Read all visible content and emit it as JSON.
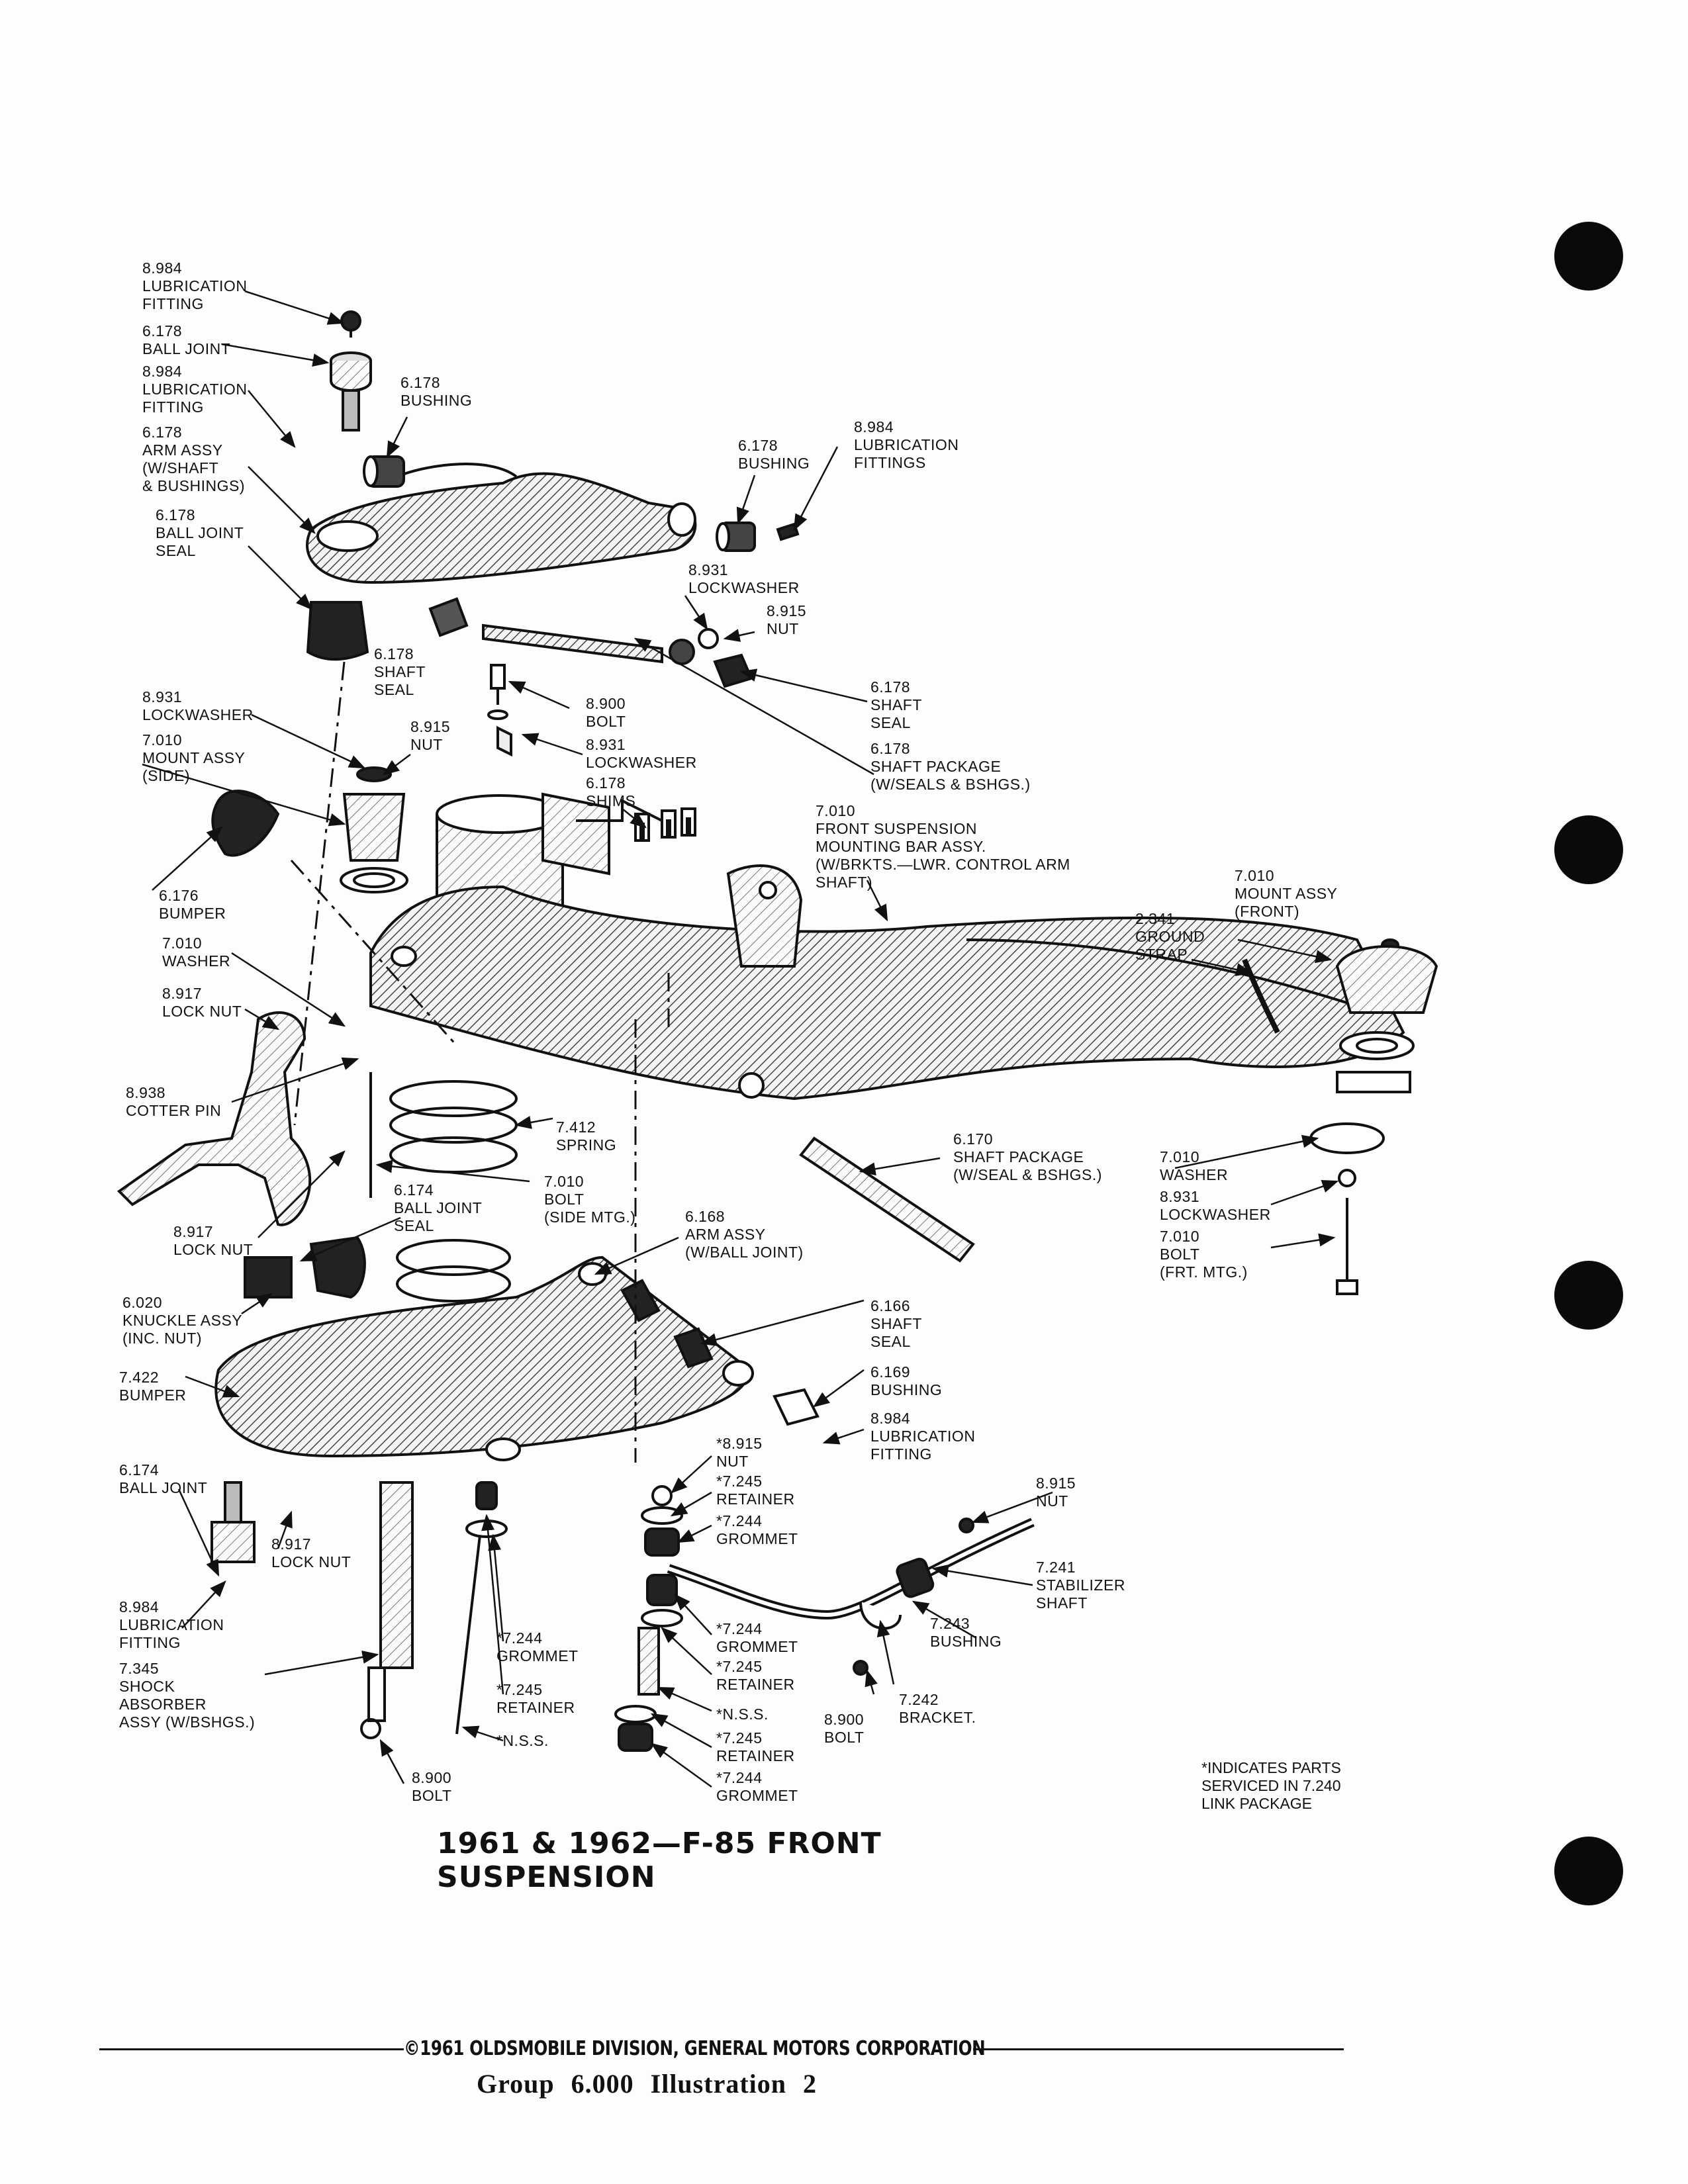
{
  "title": "1961 & 1962—F-85 FRONT SUSPENSION",
  "copyright": "©1961 OLDSMOBILE DIVISION, GENERAL MOTORS CORPORATION",
  "group_line": "Group 6.000 Illustration 2",
  "note": [
    "*INDICATES PARTS",
    "SERVICED IN 7.240",
    "LINK PACKAGE"
  ],
  "callouts": [
    {
      "id": "c-lube-fitting-top",
      "lines": [
        "8.984",
        "LUBRICATION",
        "FITTING"
      ]
    },
    {
      "id": "c-ball-joint-top",
      "lines": [
        "6.178",
        "BALL JOINT"
      ]
    },
    {
      "id": "c-lube-fitting-2",
      "lines": [
        "8.984",
        "LUBRICATION",
        "FITTING"
      ]
    },
    {
      "id": "c-bushing-upper",
      "lines": [
        "6.178",
        "BUSHING"
      ]
    },
    {
      "id": "c-arm-assy-upper",
      "lines": [
        "6.178",
        "ARM ASSY",
        "(W/SHAFT",
        "& BUSHINGS)"
      ]
    },
    {
      "id": "c-bushing-right",
      "lines": [
        "6.178",
        "BUSHING"
      ]
    },
    {
      "id": "c-lube-fittings-right",
      "lines": [
        "8.984",
        "LUBRICATION",
        "FITTINGS"
      ]
    },
    {
      "id": "c-ball-joint-seal-top",
      "lines": [
        "6.178",
        "BALL JOINT",
        "SEAL"
      ]
    },
    {
      "id": "c-lockwasher-upper",
      "lines": [
        "8.931",
        "LOCKWASHER"
      ]
    },
    {
      "id": "c-nut-upper",
      "lines": [
        "8.915",
        "NUT"
      ]
    },
    {
      "id": "c-shaft-seal-left",
      "lines": [
        "6.178",
        "SHAFT",
        "SEAL"
      ]
    },
    {
      "id": "c-shaft-seal-right",
      "lines": [
        "6.178",
        "SHAFT",
        "SEAL"
      ]
    },
    {
      "id": "c-shaft-package-upper",
      "lines": [
        "6.178",
        "SHAFT PACKAGE",
        "(W/SEALS & BSHGS.)"
      ]
    },
    {
      "id": "c-bolt-upper",
      "lines": [
        "8.900",
        "BOLT"
      ]
    },
    {
      "id": "c-lockwasher-mid",
      "lines": [
        "8.931",
        "LOCKWASHER"
      ]
    },
    {
      "id": "c-shims",
      "lines": [
        "6.178",
        "SHIMS"
      ]
    },
    {
      "id": "c-lockwasher-left",
      "lines": [
        "8.931",
        "LOCKWASHER"
      ]
    },
    {
      "id": "c-nut-left",
      "lines": [
        "8.915",
        "NUT"
      ]
    },
    {
      "id": "c-mount-assy-side",
      "lines": [
        "7.010",
        "MOUNT ASSY",
        "(SIDE)"
      ]
    },
    {
      "id": "c-mounting-bar",
      "lines": [
        "7.010",
        "FRONT SUSPENSION",
        "MOUNTING BAR ASSY.",
        "(W/BRKTS.—LWR. CONTROL ARM",
        "SHAFT)"
      ]
    },
    {
      "id": "c-mount-assy-front",
      "lines": [
        "7.010",
        "MOUNT ASSY",
        "(FRONT)"
      ]
    },
    {
      "id": "c-ground-strap",
      "lines": [
        "2.341",
        "GROUND",
        "STRAP"
      ]
    },
    {
      "id": "c-bumper-upper",
      "lines": [
        "6.176",
        "BUMPER"
      ]
    },
    {
      "id": "c-washer-side",
      "lines": [
        "7.010",
        "WASHER"
      ]
    },
    {
      "id": "c-lock-nut-upper",
      "lines": [
        "8.917",
        "LOCK NUT"
      ]
    },
    {
      "id": "c-cotter-pin",
      "lines": [
        "8.938",
        "COTTER PIN"
      ]
    },
    {
      "id": "c-spring",
      "lines": [
        "7.412",
        "SPRING"
      ]
    },
    {
      "id": "c-bolt-side-mtg",
      "lines": [
        "7.010",
        "BOLT",
        "(SIDE MTG.)"
      ]
    },
    {
      "id": "c-shaft-package-lower",
      "lines": [
        "6.170",
        "SHAFT PACKAGE",
        "(W/SEAL & BSHGS.)"
      ]
    },
    {
      "id": "c-washer-front",
      "lines": [
        "7.010",
        "WASHER"
      ]
    },
    {
      "id": "c-lockwasher-front",
      "lines": [
        "8.931",
        "LOCKWASHER"
      ]
    },
    {
      "id": "c-bolt-front-mtg",
      "lines": [
        "7.010",
        "BOLT",
        "(FRT. MTG.)"
      ]
    },
    {
      "id": "c-ball-joint-seal-lower",
      "lines": [
        "6.174",
        "BALL JOINT",
        "SEAL"
      ]
    },
    {
      "id": "c-lock-nut-knuckle",
      "lines": [
        "8.917",
        "LOCK NUT"
      ]
    },
    {
      "id": "c-arm-assy-lower",
      "lines": [
        "6.168",
        "ARM ASSY",
        "(W/BALL JOINT)"
      ]
    },
    {
      "id": "c-knuckle-assy",
      "lines": [
        "6.020",
        "KNUCKLE ASSY",
        "(INC. NUT)"
      ]
    },
    {
      "id": "c-shaft-seal-lower",
      "lines": [
        "6.166",
        "SHAFT",
        "SEAL"
      ]
    },
    {
      "id": "c-bushing-lower",
      "lines": [
        "6.169",
        "BUSHING"
      ]
    },
    {
      "id": "c-bumper-lower",
      "lines": [
        "7.422",
        "BUMPER"
      ]
    },
    {
      "id": "c-lube-fitting-lower-arm",
      "lines": [
        "8.984",
        "LUBRICATION",
        "FITTING"
      ]
    },
    {
      "id": "c-nut-link-top",
      "lines": [
        "*8.915",
        "NUT"
      ]
    },
    {
      "id": "c-retainer-link-1",
      "lines": [
        "*7.245",
        "RETAINER"
      ]
    },
    {
      "id": "c-grommet-link-1",
      "lines": [
        "*7.244",
        "GROMMET"
      ]
    },
    {
      "id": "c-ball-joint-lower",
      "lines": [
        "6.174",
        "BALL JOINT"
      ]
    },
    {
      "id": "c-lock-nut-lower",
      "lines": [
        "8.917",
        "LOCK NUT"
      ]
    },
    {
      "id": "c-nut-stab",
      "lines": [
        "8.915",
        "NUT"
      ]
    },
    {
      "id": "c-stabilizer-shaft",
      "lines": [
        "7.241",
        "STABILIZER",
        "SHAFT"
      ]
    },
    {
      "id": "c-bushing-stab",
      "lines": [
        "7.243",
        "BUSHING"
      ]
    },
    {
      "id": "c-lube-fitting-lower",
      "lines": [
        "8.984",
        "LUBRICATION",
        "FITTING"
      ]
    },
    {
      "id": "c-grommet-link-2",
      "lines": [
        "*7.244",
        "GROMMET"
      ]
    },
    {
      "id": "c-retainer-link-2",
      "lines": [
        "*7.245",
        "RETAINER"
      ]
    },
    {
      "id": "c-grommet-left-link",
      "lines": [
        "*7.244",
        "GROMMET"
      ]
    },
    {
      "id": "c-retainer-left-link",
      "lines": [
        "*7.245",
        "RETAINER"
      ]
    },
    {
      "id": "c-shock-absorber",
      "lines": [
        "7.345",
        "SHOCK",
        "ABSORBER",
        "ASSY (W/BSHGS.)"
      ]
    },
    {
      "id": "c-bolt-stab",
      "lines": [
        "8.900",
        "BOLT"
      ]
    },
    {
      "id": "c-bracket",
      "lines": [
        "7.242",
        "BRACKET."
      ]
    },
    {
      "id": "c-nss-link",
      "lines": [
        "*N.S.S."
      ]
    },
    {
      "id": "c-retainer-link-3",
      "lines": [
        "*7.245",
        "RETAINER"
      ]
    },
    {
      "id": "c-nss-left",
      "lines": [
        "*N.S.S."
      ]
    },
    {
      "id": "c-grommet-link-3",
      "lines": [
        "*7.244",
        "GROMMET"
      ]
    },
    {
      "id": "c-bolt-shock",
      "lines": [
        "8.900",
        "BOLT"
      ]
    }
  ]
}
